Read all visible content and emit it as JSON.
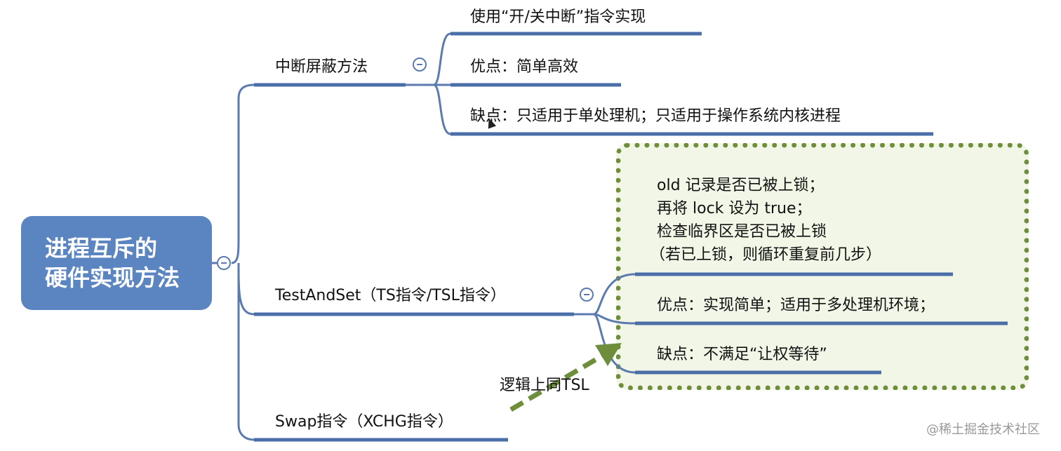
{
  "root": {
    "line1": "进程互斥的",
    "line2": "硬件实现方法"
  },
  "branch1": {
    "label": "中断屏蔽方法",
    "children": [
      "使用“开/关中断”指令实现",
      "优点：简单高效",
      "缺点：只适用于单处理机；只适用于操作系统内核进程"
    ]
  },
  "branch2": {
    "label": "TestAndSet（TS指令/TSL指令）",
    "description": [
      "old 记录是否已被上锁；",
      "再将 lock 设为 true；",
      "检查临界区是否已被上锁",
      "（若已上锁，则循环重复前几步）"
    ],
    "pros": "优点：实现简单；适用于多处理机环境；",
    "cons": "缺点：不满足“让权等待”"
  },
  "branch3": {
    "label": "Swap指令（XCHG指令）",
    "note": "逻辑上同TSL"
  },
  "watermark": "@稀土掘金技术社区",
  "colors": {
    "root_fill": "#5b85c0",
    "connector": "#5b7bb0",
    "underline": "#4a6fa8",
    "box_border": "#6e8e3c",
    "box_fill": "#f1f6e6",
    "arrow": "#6e8e3c"
  }
}
